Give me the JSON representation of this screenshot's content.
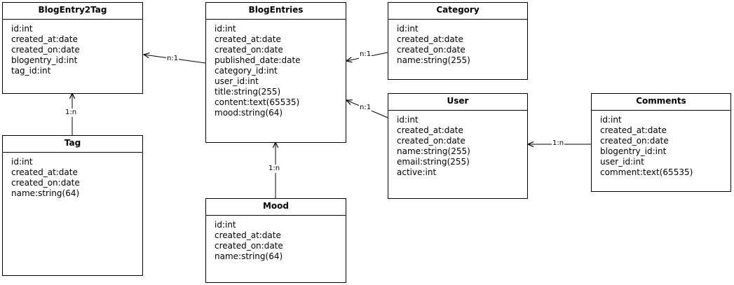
{
  "entities": {
    "blogentry2tag": {
      "title": "BlogEntry2Tag",
      "fields": [
        "id:int",
        "created_at:date",
        "created_on:date",
        "blogentry_id:int",
        "tag_id:int"
      ]
    },
    "blogentries": {
      "title": "BlogEntries",
      "fields": [
        "id:int",
        "created_at:date",
        "created_on:date",
        "published_date:date",
        "category_id:int",
        "user_id:int",
        "title:string(255)",
        "content:text(65535)",
        "mood:string(64)"
      ]
    },
    "category": {
      "title": "Category",
      "fields": [
        "id:int",
        "created_at:date",
        "created_on:date",
        "name:string(255)"
      ]
    },
    "tag": {
      "title": "Tag",
      "fields": [
        "id:int",
        "created_at:date",
        "created_on:date",
        "name:string(64)"
      ]
    },
    "user": {
      "title": "User",
      "fields": [
        "id:int",
        "created_at:date",
        "created_on:date",
        "name:string(255)",
        "email:string(255)",
        "active:int"
      ]
    },
    "comments": {
      "title": "Comments",
      "fields": [
        "id:int",
        "created_at:date",
        "created_on:date",
        "blogentry_id:int",
        "user_id:int",
        "comment:text(65535)"
      ]
    },
    "mood": {
      "title": "Mood",
      "fields": [
        "id:int",
        "created_at:date",
        "created_on:date",
        "name:string(64)"
      ]
    }
  },
  "relations": {
    "blogentries_to_blogentry2tag": "n:1",
    "tag_to_blogentry2tag": "1:n",
    "category_to_blogentries": "n:1",
    "user_to_blogentries": "n:1",
    "mood_to_blogentries": "1:n",
    "comments_to_user": "1:n"
  }
}
